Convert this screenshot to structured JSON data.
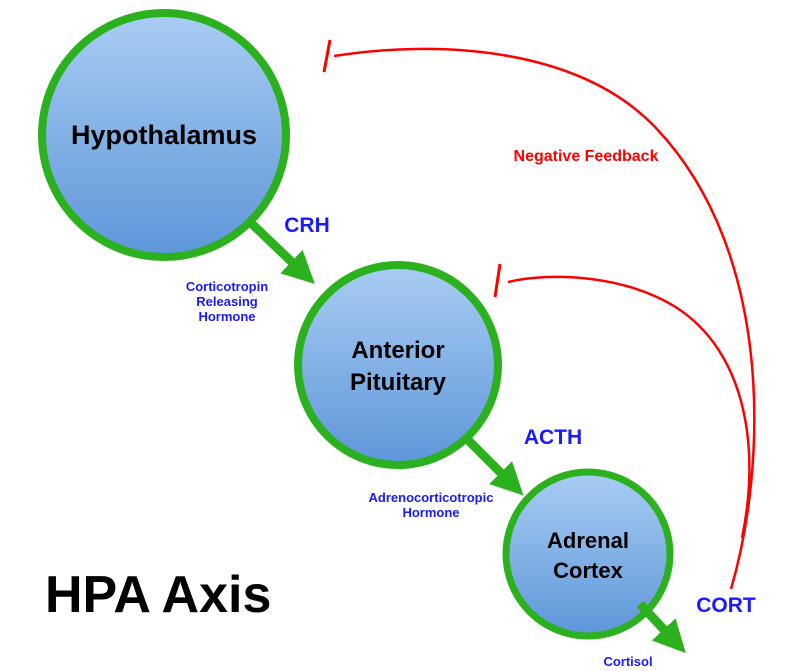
{
  "diagram_title": "HPA Axis",
  "nodes": {
    "hypothalamus": {
      "label": "Hypothalamus"
    },
    "anterior_pituitary": {
      "line1": "Anterior",
      "line2": "Pituitary"
    },
    "adrenal_cortex": {
      "line1": "Adrenal",
      "line2": "Cortex"
    }
  },
  "hormones": {
    "crh": {
      "abbr": "CRH",
      "full_line1": "Corticotropin",
      "full_line2": "Releasing",
      "full_line3": "Hormone"
    },
    "acth": {
      "abbr": "ACTH",
      "full_line1": "Adrenocorticotropic",
      "full_line2": "Hormone"
    },
    "cort": {
      "abbr": "CORT",
      "full_line1": "Cortisol"
    }
  },
  "feedback": {
    "label": "Negative Feedback"
  },
  "colors": {
    "background": "#ffffff",
    "circle_fill_top": "#a9cdf3",
    "circle_fill_bottom": "#5e96d9",
    "circle_stroke": "#2bb01e",
    "arrow_green": "#2bb01e",
    "hormone_blue": "#1a1aff",
    "feedback_red": "#fe0000",
    "title_black": "#000000"
  }
}
